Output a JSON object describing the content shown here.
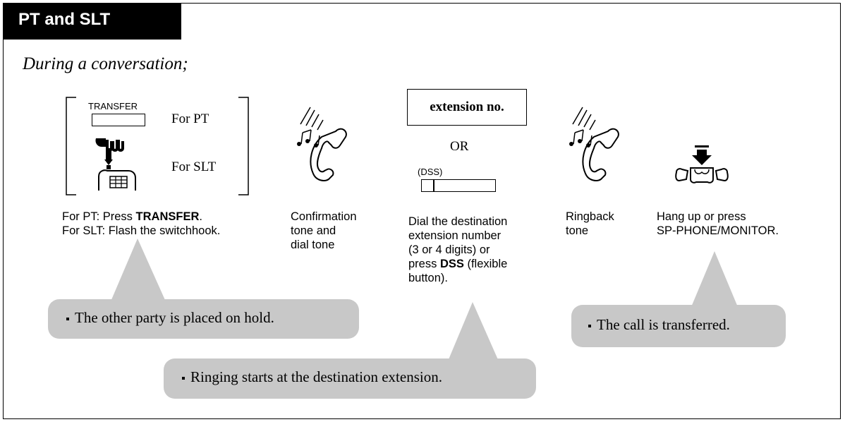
{
  "header": {
    "title": "PT and SLT"
  },
  "intro": "During a conversation;",
  "step1": {
    "key_label": "TRANSFER",
    "for_pt": "For PT",
    "for_slt": "For SLT",
    "line1_prefix": "For PT: Press ",
    "line1_bold": "TRANSFER",
    "line1_suffix": ".",
    "line2": "For SLT: Flash the switchhook."
  },
  "step2": {
    "line1": "Confirmation",
    "line2": "tone and",
    "line3": "dial tone"
  },
  "step3": {
    "box_label": "extension no.",
    "or": "OR",
    "dss_label": "(DSS)",
    "line1": "Dial the destination",
    "line2": "extension number",
    "line3": "(3 or 4 digits) or",
    "line4_prefix": "press ",
    "line4_bold": "DSS",
    "line4_suffix": " (flexible",
    "line5": "button)."
  },
  "step4": {
    "line1": "Ringback",
    "line2": "tone"
  },
  "step5": {
    "line1": "Hang up or press",
    "line2": "SP-PHONE/MONITOR."
  },
  "notes": {
    "hold": "The other party is placed on hold.",
    "ringing": "Ringing starts at the destination extension.",
    "transferred": "The call is transferred."
  }
}
